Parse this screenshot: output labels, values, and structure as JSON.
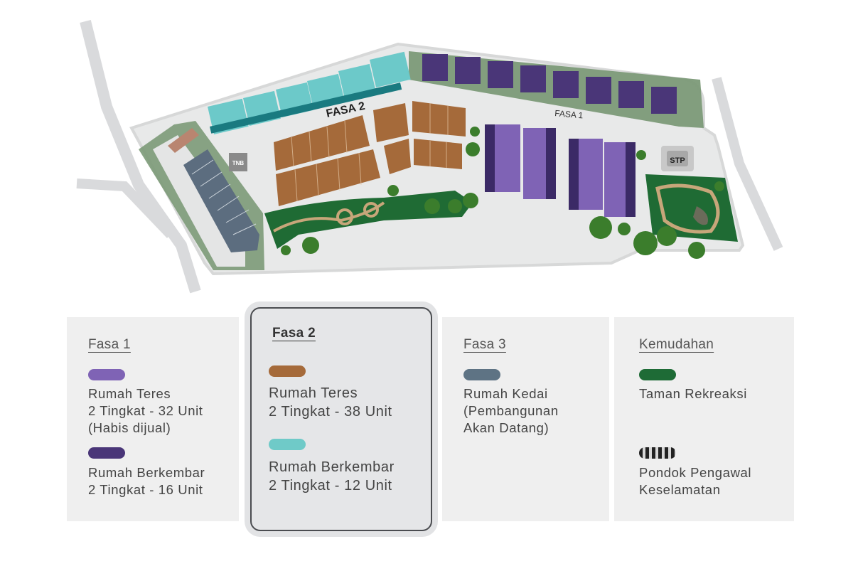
{
  "map": {
    "labels": {
      "fasa2": "FASA 2",
      "fasa1": "FASA 1",
      "tnb": "TNB",
      "stp": "STP"
    },
    "colors": {
      "road": "#d9dadc",
      "land": "#e9eaea",
      "border_green": "#7c9a78",
      "terrace_fasa1": "#7f63b5",
      "semi_d_fasa1": "#4a3678",
      "terrace_fasa2": "#a56a3a",
      "semi_d_fasa2": "#5ebfbf",
      "shop": "#5c6d7f",
      "park": "#1f6b34"
    }
  },
  "legend": {
    "fasa1": {
      "title": "Fasa 1",
      "items": [
        {
          "text": "Rumah Teres\n2 Tingkat - 32 Unit\n(Habis dijual)",
          "color": "#7f63b5"
        },
        {
          "text": "Rumah Berkembar\n2 Tingkat - 16 Unit",
          "color": "#4a3678"
        }
      ]
    },
    "fasa2": {
      "title": "Fasa 2",
      "items": [
        {
          "text": "Rumah Teres\n2 Tingkat - 38 Unit",
          "color": "#a56a3a"
        },
        {
          "text": "Rumah Berkembar\n2 Tingkat - 12 Unit",
          "color": "#6fcac8"
        }
      ]
    },
    "fasa3": {
      "title": "Fasa 3",
      "items": [
        {
          "text": "Rumah Kedai\n(Pembangunan\nAkan Datang)",
          "color": "#5e7384"
        }
      ]
    },
    "kemudahan": {
      "title": "Kemudahan",
      "items": [
        {
          "text": "Taman Rekreaksi",
          "color": "#1e6b36"
        },
        {
          "text": "Pondok Pengawal\nKeselamatan",
          "icon": "striped-swatch"
        }
      ]
    }
  }
}
